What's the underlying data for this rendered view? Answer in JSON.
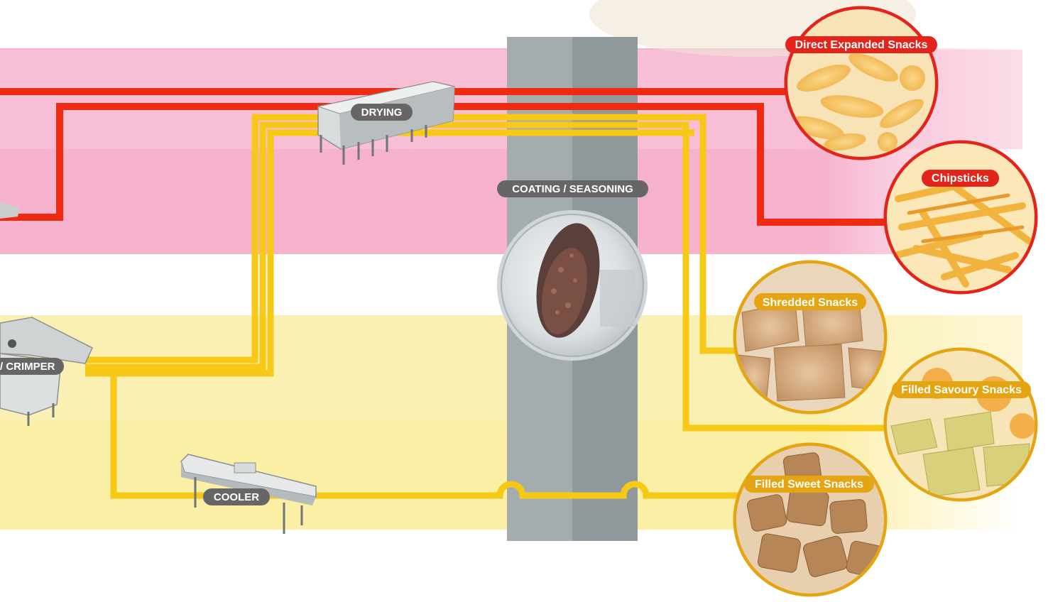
{
  "machines": {
    "drying": "DRYING",
    "coating": "COATING / SEASONING",
    "crimper": "/ CRIMPER",
    "cooler": "COOLER"
  },
  "products": [
    {
      "id": "direct-expanded",
      "label": "Direct Expanded Snacks",
      "color": "#e3241b"
    },
    {
      "id": "chipsticks",
      "label": "Chipsticks",
      "color": "#e3241b"
    },
    {
      "id": "shredded",
      "label": "Shredded Snacks",
      "color": "#e5a512"
    },
    {
      "id": "filled-savoury",
      "label": "Filled Savoury Snacks",
      "color": "#e5a512"
    },
    {
      "id": "filled-sweet",
      "label": "Filled Sweet Snacks",
      "color": "#e5a512"
    }
  ],
  "colors": {
    "red_line": "#f02a10",
    "yellow_line": "#f7c815",
    "pink_band": "#f7b3cf",
    "yellow_band": "#fbeea5",
    "tower": "#9aa3a6",
    "machine_label_bg": "#666666"
  }
}
